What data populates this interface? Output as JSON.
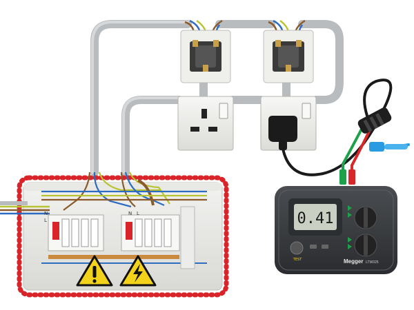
{
  "meter": {
    "display_value": "0.41",
    "brand": "Megger",
    "model": "LTW325",
    "test_button_label": "TEST"
  },
  "consumer_unit": {
    "terminal_letters": [
      "N",
      "L",
      "N",
      "L"
    ]
  },
  "colors": {
    "conduit_gray": "#b9bcbf",
    "danger_red": "#d9242a",
    "warning_yellow": "#f3d21c",
    "wire_brown": "#8a5a2b",
    "wire_blue": "#2d6cc0",
    "earth_yellow_green": "#b8c431",
    "lead_black": "#1a1a1a",
    "lead_green": "#1ea14a",
    "lead_red": "#d62828",
    "lead_blue": "#2a9be0",
    "meter_body": "#3a3d40",
    "lcd": "#c9cfc3"
  },
  "icons": [
    "hazard-triangle-icon",
    "high-voltage-triangle-icon",
    "plug-icon",
    "socket-icon"
  ]
}
